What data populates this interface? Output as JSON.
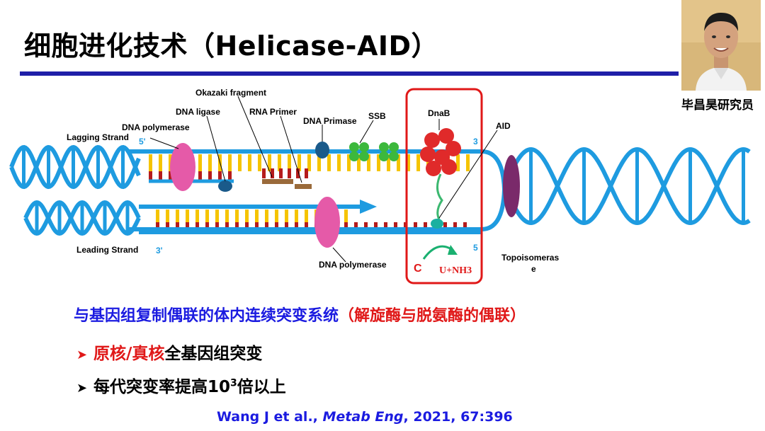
{
  "slide": {
    "title": "细胞进化技术（Helicase-AID）",
    "presenter_name": "毕昌昊研究员"
  },
  "diagram": {
    "labels": {
      "okazaki_fragment": "Okazaki fragment",
      "dna_ligase": "DNA ligase",
      "rna_primer": "RNA Primer",
      "dna_primase": "DNA Primase",
      "ssb": "SSB",
      "dnab": "DnaB",
      "aid": "AID",
      "dna_polymerase_top": "DNA polymerase",
      "lagging_strand": "Lagging Strand",
      "leading_strand": "Leading Strand",
      "dna_polymerase_bottom": "DNA polymerase",
      "topoisomerase_line1": "Topoisomeras",
      "topoisomerase_line2": "e",
      "five_prime_top": "5'",
      "three_prime_bottom": "3'",
      "three_right": "3",
      "five_right": "5",
      "c_letter": "C",
      "u_nh3": "U+NH3"
    }
  },
  "text": {
    "headline_main": "与基因组复制偶联的体内连续突变系统",
    "headline_paren": "（解旋酶与脱氨酶的偶联）",
    "bullet1_mark": "➤",
    "bullet1_red": "原核/真核",
    "bullet1_rest": "全基因组突变",
    "bullet2_mark": "➤",
    "bullet2_pre": "每代突变率提高10",
    "bullet2_sup": "3",
    "bullet2_post": "倍以上",
    "citation_authors": "Wang J et al., ",
    "citation_journal": "Metab Eng",
    "citation_rest": ", 2021, 67:396"
  },
  "colors": {
    "title_rule": "#1f1fa8",
    "helix_blue": "#1e9be0",
    "bar_yellow": "#f5c400",
    "bar_red": "#b51c1c",
    "highlight_red": "#e01818",
    "headline_blue": "#1b1be0",
    "polymerase_pink": "#e55aa8",
    "topoisomerase_purple": "#7a2a6a",
    "ssb_green": "#3cb83c",
    "dnab_red": "#e02a2a",
    "aid_teal": "#1ab0a0"
  }
}
